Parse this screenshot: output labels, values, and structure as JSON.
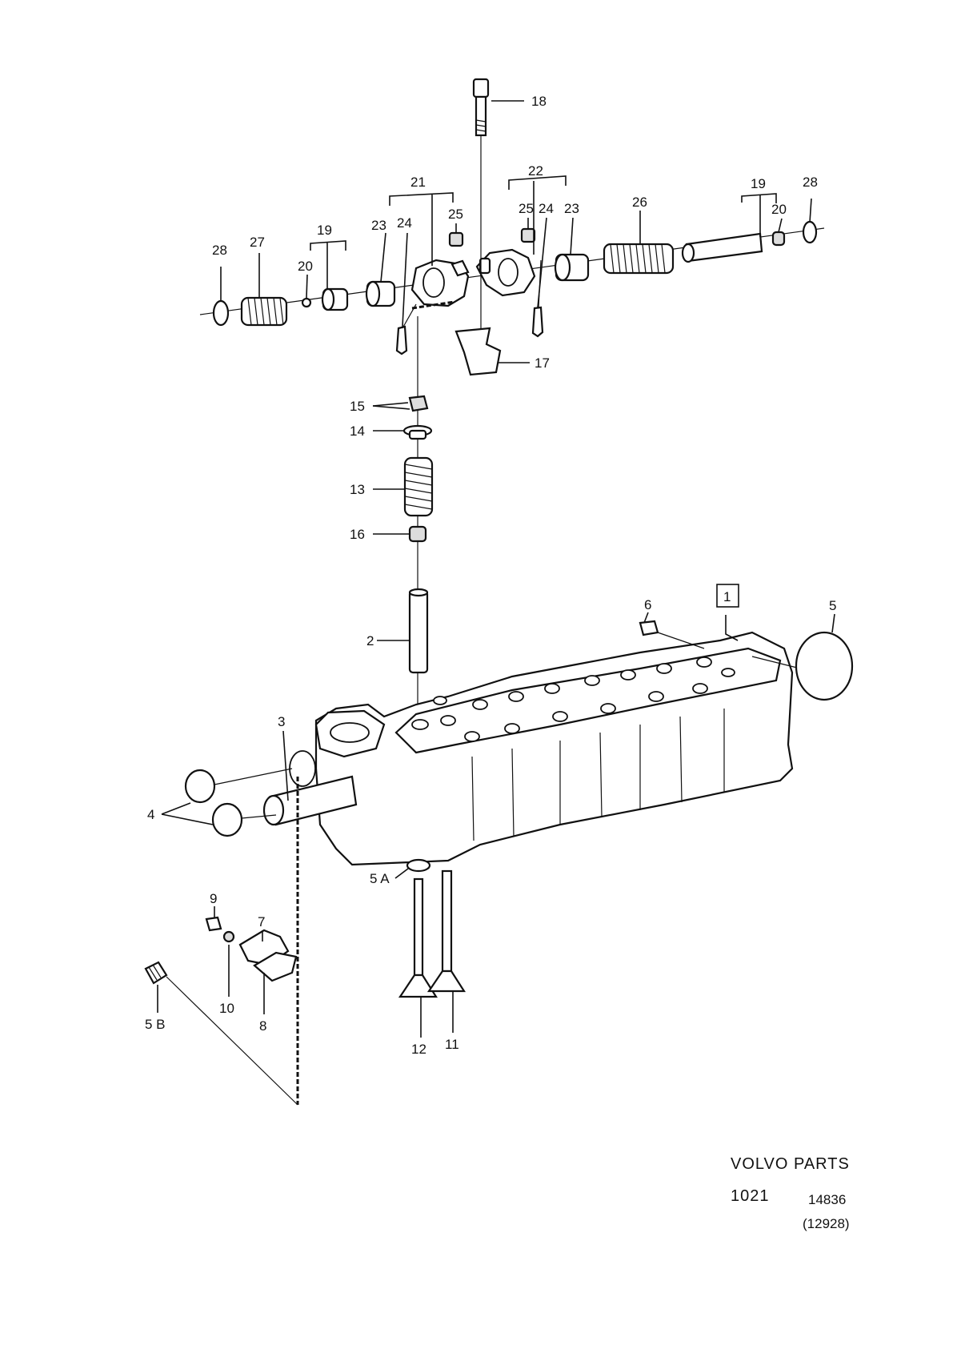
{
  "callouts": [
    {
      "id": "c18",
      "text": "18"
    },
    {
      "id": "c21",
      "text": "21"
    },
    {
      "id": "c22",
      "text": "22"
    },
    {
      "id": "c19a",
      "text": "19"
    },
    {
      "id": "c28a",
      "text": "28"
    },
    {
      "id": "c25a",
      "text": "25"
    },
    {
      "id": "c25b",
      "text": "25"
    },
    {
      "id": "c24a",
      "text": "24"
    },
    {
      "id": "c23a",
      "text": "23"
    },
    {
      "id": "c26",
      "text": "26"
    },
    {
      "id": "c20a",
      "text": "20"
    },
    {
      "id": "c28b",
      "text": "28"
    },
    {
      "id": "c27",
      "text": "27"
    },
    {
      "id": "c19b",
      "text": "19"
    },
    {
      "id": "c20b",
      "text": "20"
    },
    {
      "id": "c23b",
      "text": "23"
    },
    {
      "id": "c24b",
      "text": "24"
    },
    {
      "id": "c17",
      "text": "17"
    },
    {
      "id": "c15",
      "text": "15"
    },
    {
      "id": "c14",
      "text": "14"
    },
    {
      "id": "c13",
      "text": "13"
    },
    {
      "id": "c16",
      "text": "16"
    },
    {
      "id": "c1",
      "text": "1"
    },
    {
      "id": "c6",
      "text": "6"
    },
    {
      "id": "c5",
      "text": "5"
    },
    {
      "id": "c2",
      "text": "2"
    },
    {
      "id": "c3",
      "text": "3"
    },
    {
      "id": "c4",
      "text": "4"
    },
    {
      "id": "c5A",
      "text": "5 A"
    },
    {
      "id": "c9",
      "text": "9"
    },
    {
      "id": "c7",
      "text": "7"
    },
    {
      "id": "c10",
      "text": "10"
    },
    {
      "id": "c8",
      "text": "8"
    },
    {
      "id": "c5B",
      "text": "5 B"
    },
    {
      "id": "c12",
      "text": "12"
    },
    {
      "id": "c11",
      "text": "11"
    }
  ],
  "footer": {
    "brand": "VOLVO  PARTS",
    "group": "1021",
    "number": "14836",
    "ref": "(12928)"
  }
}
